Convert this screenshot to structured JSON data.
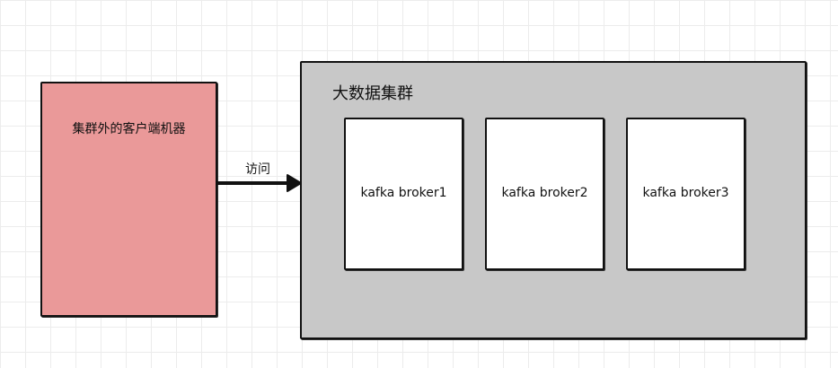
{
  "client": {
    "label": "集群外的客户端机器",
    "color": "#ea9999"
  },
  "connection": {
    "label": "访问"
  },
  "cluster": {
    "label": "大数据集群",
    "color": "#c8c8c8",
    "brokers": [
      {
        "label": "kafka broker1"
      },
      {
        "label": "kafka broker2"
      },
      {
        "label": "kafka broker3"
      }
    ]
  }
}
